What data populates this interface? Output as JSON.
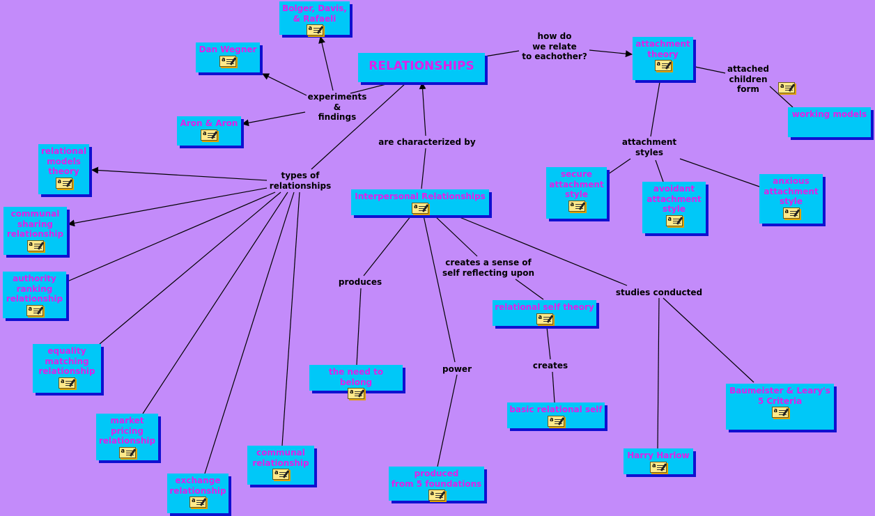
{
  "nodes": {
    "relationships": "RELATIONSHIPS",
    "bolger": "Bolger, Davis,\n& Rafaeli",
    "wegner": "Dan Wegner",
    "aron": "Aron & Aron",
    "attachment_theory": "attachment\ntheory",
    "working_models": "working models",
    "relational_models": "relational\nmodels\ntheory",
    "communal_sharing": "communal\nsharing\nrelationship",
    "authority_ranking": "authority\nranking\nrelationship",
    "equality_matching": "equality\nmatching\nrelationship",
    "market_pricing": "market\npricing\nrelationship",
    "exchange": "exchange\nrelationship",
    "communal": "communal\nrelationship",
    "interpersonal": "Interpersonal Relationships",
    "secure": "secure\nattachment\nstyle",
    "avoidant": "avoidant\nattachment\nstyle",
    "anxious": "anxious\nattachment\nstyle",
    "need_to_belong": "the need to belong",
    "produced": "produced\nfrom 5 foundations",
    "relational_self_theory": "relational self theory",
    "basic_relational_self": "basic relational self",
    "harry_harlow": "Harry Harlow",
    "baumeister": "Baumeister & Leary's\n5 Criteria"
  },
  "links": {
    "how_do": "how do\nwe relate\nto eachother?",
    "attached": "attached\nchildren\nform",
    "experiments": "experiments\n&\nfindings",
    "characterized": "are characterized by",
    "types": "types of\nrelationships",
    "attachment_styles": "attachment\nstyles",
    "produces": "produces",
    "creates_sense": "creates a sense of\nself reflecting upon",
    "studies": "studies conducted",
    "power": "power",
    "creates": "creates"
  },
  "note_icon": "a"
}
